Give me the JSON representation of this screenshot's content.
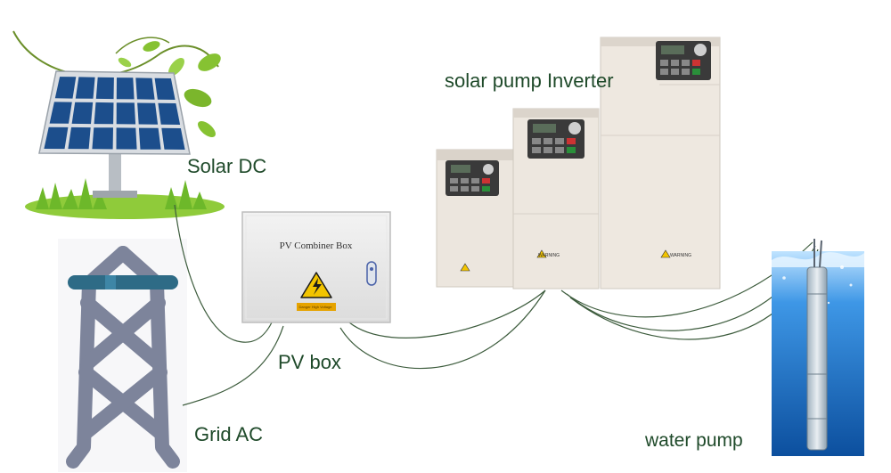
{
  "labels": {
    "solar_dc": "Solar DC",
    "solar_pump_inverter": "solar pump Inverter",
    "pv_box": "PV box",
    "grid_ac": "Grid AC",
    "water_pump": "water pump"
  },
  "combiner_box": {
    "title": "PV Combiner Box",
    "tag": "Danger High Voltage"
  },
  "inverter_warning": "WARNING",
  "colors": {
    "label_text": "#1f4a2a",
    "wire": "#3d5c3d",
    "panel_cell": "#1c4e8c",
    "tower": "#7d849b",
    "tower_bar": "#2e6b86",
    "inverter_body": "#ece6de",
    "water": "#2a7fd0",
    "leaf": "#86c232"
  }
}
